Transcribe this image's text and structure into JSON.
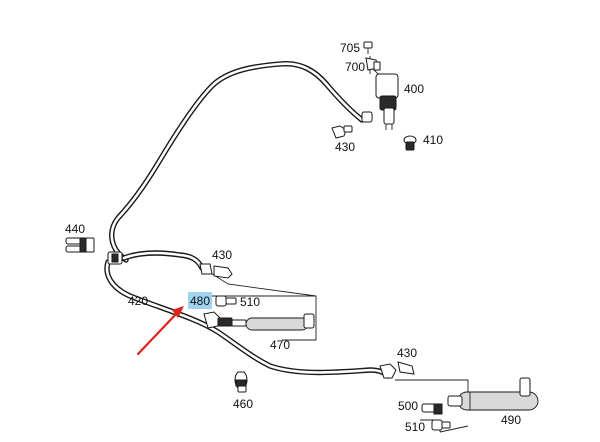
{
  "diagram": {
    "labels": {
      "l705": "705",
      "l700": "700",
      "l400": "400",
      "l430a": "430",
      "l410": "410",
      "l440": "440",
      "l430b": "430",
      "l420": "420",
      "l480": "480",
      "l510": "510",
      "l470": "470",
      "l430c": "430",
      "l460": "460",
      "l500": "500",
      "l490": "490",
      "l510b": "510"
    },
    "highlight_color": "#9fd3ef",
    "arrow_color": "#e0201b"
  }
}
